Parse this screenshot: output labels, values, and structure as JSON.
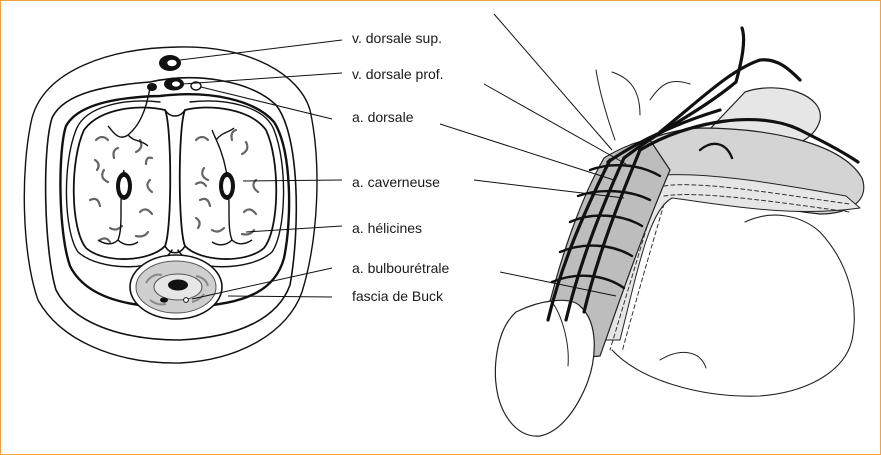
{
  "labels": {
    "v_dorsale_sup": "v. dorsale sup.",
    "v_dorsale_prof": "v. dorsale prof.",
    "a_dorsale": "a. dorsale",
    "a_caverneuse": "a. caverneuse",
    "a_helicines": "a. hélicines",
    "a_bulbouretrale": "a. bulbourétrale",
    "fascia_de_buck": "fascia de Buck"
  },
  "colors": {
    "frame_border": "#f0a24a",
    "outline": "#111111",
    "tissue_gray": "#cfcfcf",
    "light_gray": "#e6e6e6"
  }
}
